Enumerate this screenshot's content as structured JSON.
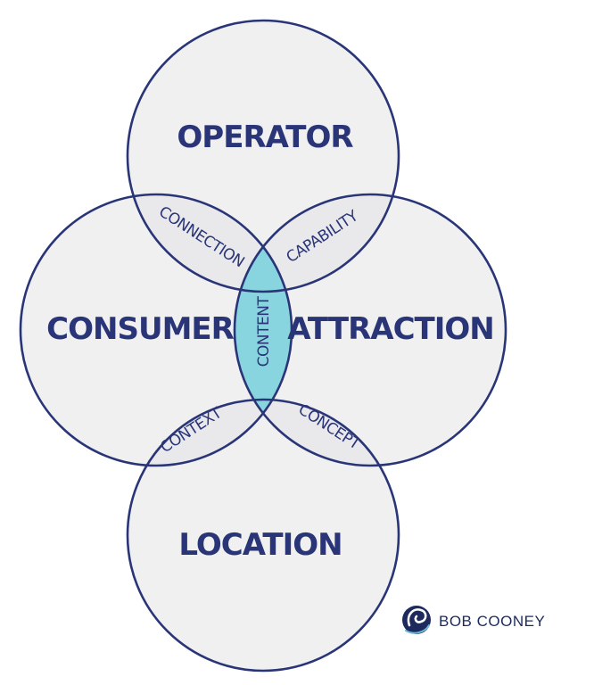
{
  "colors": {
    "outline": "#2a3577",
    "circle_fill": "#e3e3e6",
    "center_fill": "#7dd3df",
    "text": "#2a3577"
  },
  "circles": {
    "top": "OPERATOR",
    "left": "CONSUMER",
    "right": "ATTRACTION",
    "bottom": "LOCATION"
  },
  "overlaps": {
    "top_left": "CONNECTION",
    "top_right": "CAPABILITY",
    "bottom_left": "CONTEXT",
    "bottom_right": "CONCEPT",
    "center": "CONTENT"
  },
  "logo": {
    "icon": "wave-swirl-icon",
    "text": "BOB COONEY"
  }
}
